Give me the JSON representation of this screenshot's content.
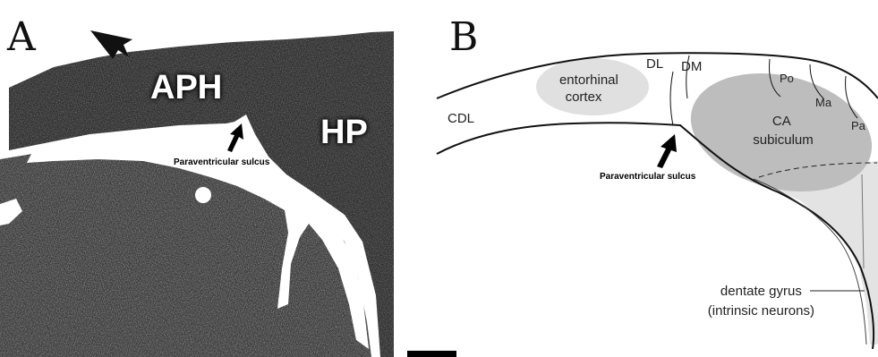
{
  "panel_a": {
    "letter": "A",
    "labels": {
      "aph": "APH",
      "hp": "HP",
      "sulcus": "Paraventricular sulcus"
    }
  },
  "panel_b": {
    "letter": "B",
    "labels": {
      "entorhinal_line1": "entorhinal",
      "entorhinal_line2": "cortex",
      "dl": "DL",
      "dm": "DM",
      "po": "Po",
      "ma": "Ma",
      "pa": "Pa",
      "ca_line1": "CA",
      "ca_line2": "subiculum",
      "cdl": "CDL",
      "sulcus": "Paraventricular sulcus",
      "dentate_line1": "dentate gyrus",
      "dentate_line2": "(intrinsic neurons)"
    }
  },
  "colors": {
    "tissue_dark": "#2a2a2a",
    "tissue_mid": "#3d3d3d",
    "region_light": "#dcdcdc",
    "region_mid": "#bdbdbd",
    "region_pale": "#e6e6e6"
  }
}
